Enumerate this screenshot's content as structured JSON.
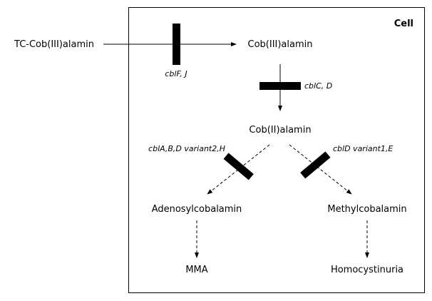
{
  "cell_label": "Cell",
  "nodes": {
    "tc_cobIII": "TC-Cob(III)alamin",
    "cobIII": "Cob(III)alamin",
    "cobII": "Cob(II)alamin",
    "adenosyl": "Adenosylcobalamin",
    "methyl": "Methylcobalamin",
    "mma": "MMA",
    "homocystinuria": "Homocystinuria"
  },
  "blocks": {
    "cblF_J": "cblF, J",
    "cblC_D": "cblC, D",
    "cblABDH": "cblA,B,D variant2,H",
    "cblD_E": "cblD variant1,E"
  }
}
